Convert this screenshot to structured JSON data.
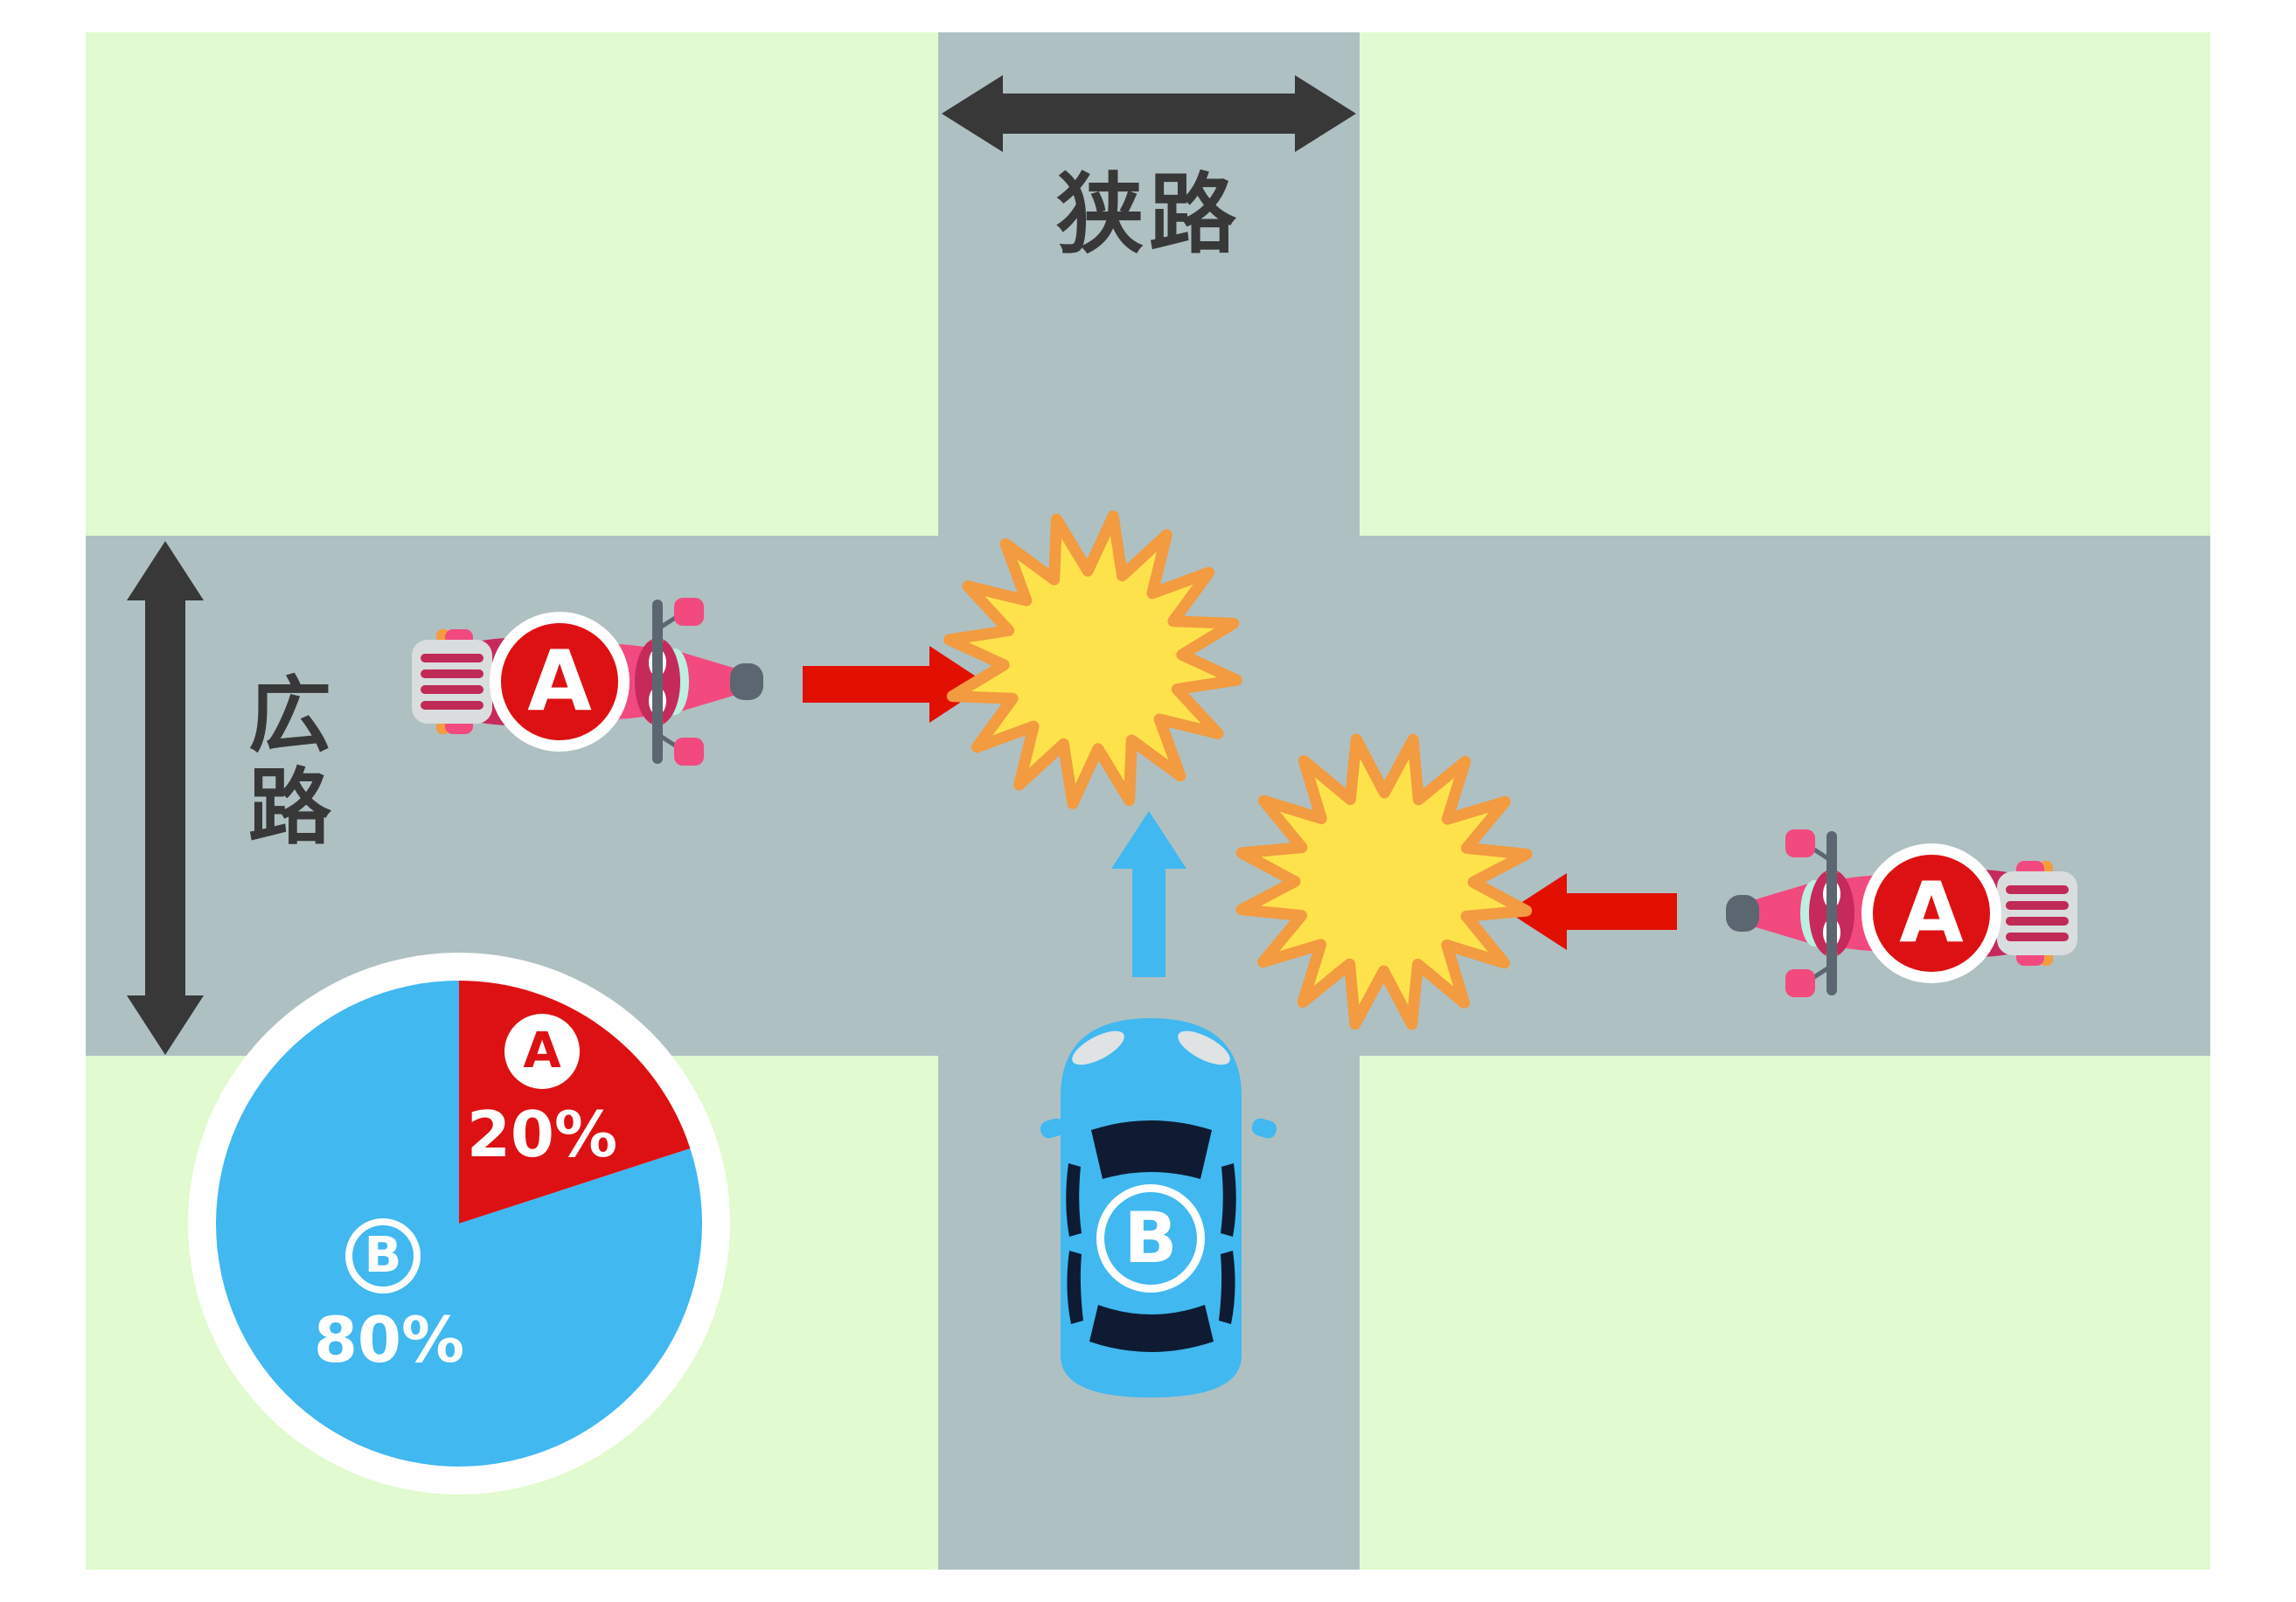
{
  "scene": {
    "description": "Traffic accident fault ratio diagram: two motorcycles (A) on a wide road collide with a car (B) entering the intersection from a narrow road",
    "road_labels": {
      "narrow": "狭路",
      "wide": "広路"
    }
  },
  "parties": {
    "motorcycle_label": "A",
    "car_label": "B"
  },
  "chart_data": {
    "type": "pie",
    "title": "",
    "slices": [
      {
        "label": "A",
        "display": "20%",
        "value": 20,
        "color": "#DD1113"
      },
      {
        "label": "B",
        "display": "80%",
        "value": 80,
        "color": "#41B8F0"
      }
    ],
    "start_angle_deg": 0,
    "direction": "clockwise",
    "ring_color": "#FFFFFF",
    "legend_position": "in-slice"
  },
  "colors": {
    "background": "#FFFFFF",
    "grass": "#E1FACF",
    "road": "#AFC0C3",
    "dark_arrow": "#383838",
    "red": "#DD1113",
    "red_arrow": "#E21000",
    "blue": "#41B8F0",
    "star_fill": "#FDE24C",
    "star_stroke": "#F29B40",
    "bike_pink": "#F2497F",
    "bike_magenta": "#C62A5B",
    "bike_gray": "#5B6670",
    "bike_mint": "#BCEFE0",
    "bike_orange": "#F59B40",
    "car_window": "#0E1B33"
  }
}
